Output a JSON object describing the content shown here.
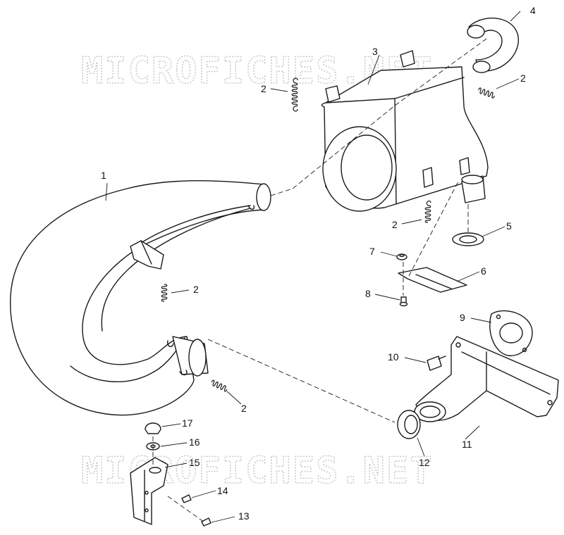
{
  "watermark": {
    "text": "MICROFICHES.NET"
  },
  "callouts": [
    {
      "id": "1",
      "label": "1"
    },
    {
      "id": "2a",
      "label": "2"
    },
    {
      "id": "2b",
      "label": "2"
    },
    {
      "id": "2c",
      "label": "2"
    },
    {
      "id": "2d",
      "label": "2"
    },
    {
      "id": "2e",
      "label": "2"
    },
    {
      "id": "3",
      "label": "3"
    },
    {
      "id": "4",
      "label": "4"
    },
    {
      "id": "5",
      "label": "5"
    },
    {
      "id": "6",
      "label": "6"
    },
    {
      "id": "7",
      "label": "7"
    },
    {
      "id": "8",
      "label": "8"
    },
    {
      "id": "9",
      "label": "9"
    },
    {
      "id": "10",
      "label": "10"
    },
    {
      "id": "11",
      "label": "11"
    },
    {
      "id": "12",
      "label": "12"
    },
    {
      "id": "13",
      "label": "13"
    },
    {
      "id": "14",
      "label": "14"
    },
    {
      "id": "15",
      "label": "15"
    },
    {
      "id": "16",
      "label": "16"
    },
    {
      "id": "17",
      "label": "17"
    }
  ]
}
